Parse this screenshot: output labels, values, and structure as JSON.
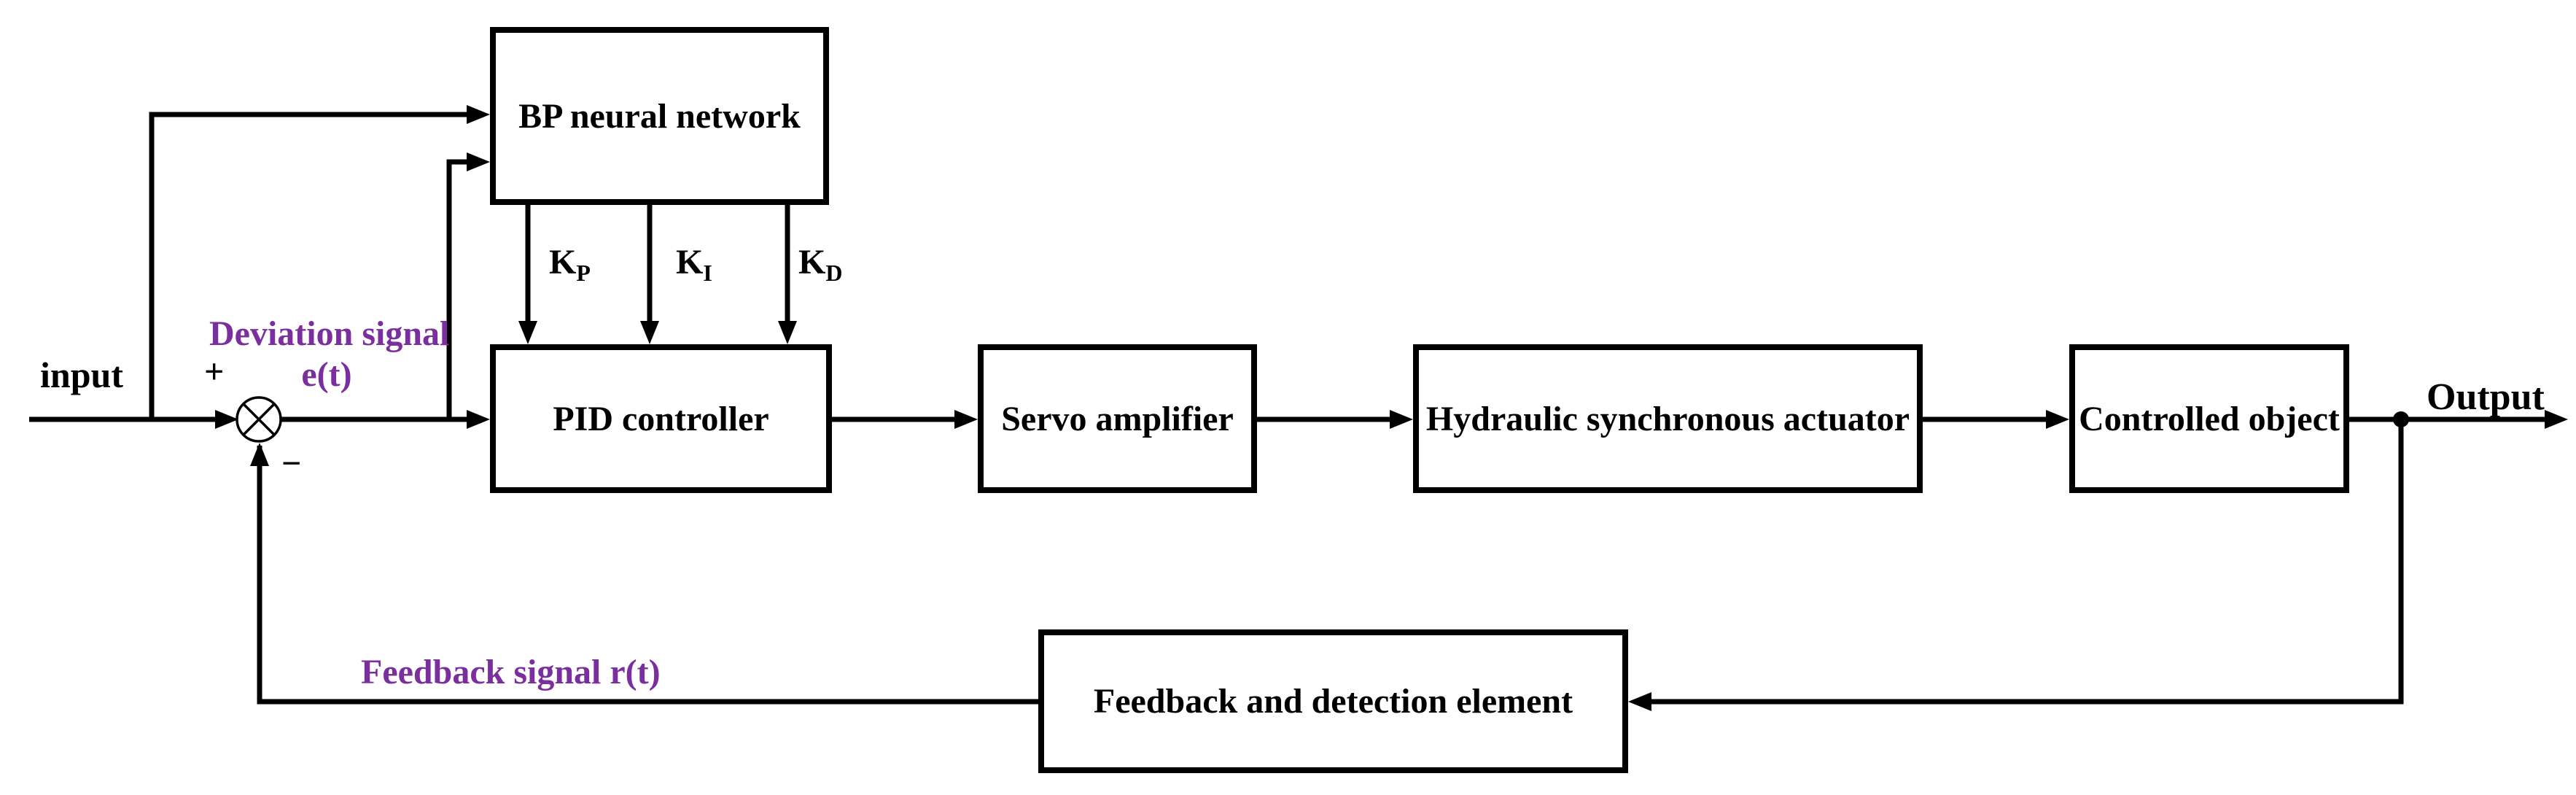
{
  "colors": {
    "line": "#000000",
    "box_fill": "#ffffff",
    "signal_text_purple": "#7B2F9E",
    "background": "#ffffff"
  },
  "blocks": {
    "bp_neural_network": {
      "label": "BP neural network"
    },
    "pid_controller": {
      "label": "PID controller"
    },
    "servo_amplifier": {
      "label": "Servo amplifier"
    },
    "hydraulic_actuator": {
      "label": "Hydraulic synchronous actuator"
    },
    "controlled_object": {
      "label": "Controlled object"
    },
    "feedback_element": {
      "label": "Feedback and detection element"
    }
  },
  "labels": {
    "input": "input",
    "output": "Output",
    "plus": "+",
    "minus": "−",
    "deviation_signal_line1": "Deviation signal",
    "deviation_signal_line2": "e(t)",
    "feedback_signal": "Feedback signal r(t)",
    "gain_p": {
      "base": "K",
      "sub": "P"
    },
    "gain_i": {
      "base": "K",
      "sub": "I"
    },
    "gain_d": {
      "base": "K",
      "sub": "D"
    }
  }
}
